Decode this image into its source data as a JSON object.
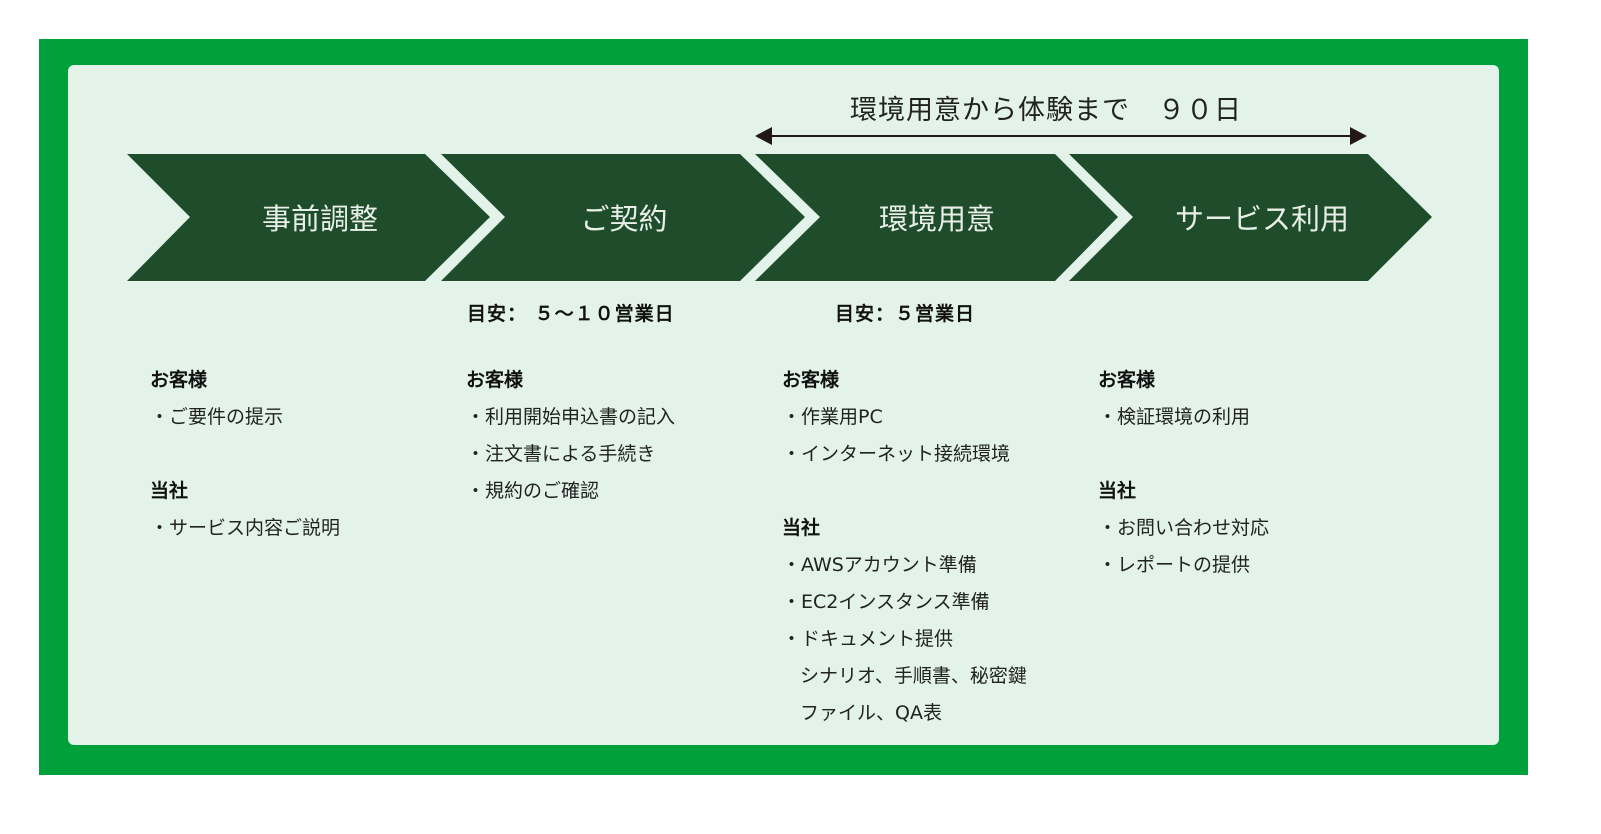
{
  "span_label": "環境用意から体験まで　９０日",
  "steps": [
    "事前調整",
    "ご契約",
    "環境用意",
    "サービス利用"
  ],
  "durations": {
    "contract": "目安： ５〜１０営業日",
    "environment": "目安：５営業日"
  },
  "columns": [
    {
      "customer_label": "お客様",
      "customer": [
        "・ご要件の提示"
      ],
      "us_label": "当社",
      "us": [
        "・サービス内容ご説明"
      ]
    },
    {
      "customer_label": "お客様",
      "customer": [
        "・利用開始申込書の記入",
        "・注文書による手続き",
        "・規約のご確認"
      ]
    },
    {
      "customer_label": "お客様",
      "customer": [
        "・作業用PC",
        "・インターネット接続環境"
      ],
      "us_label": "当社",
      "us": [
        "・AWSアカウント準備",
        "・EC2インスタンス準備",
        "・ドキュメント提供"
      ],
      "us_sub": [
        "シナリオ、手順書、秘密鍵",
        "ファイル、QA表"
      ]
    },
    {
      "customer_label": "お客様",
      "customer": [
        "・検証環境の利用"
      ],
      "us_label": "当社",
      "us": [
        "・お問い合わせ対応",
        "・レポートの提供"
      ]
    }
  ],
  "colors": {
    "frame": "#00a13a",
    "panel": "#e3f3ea",
    "chevron": "#1f4d2b"
  }
}
